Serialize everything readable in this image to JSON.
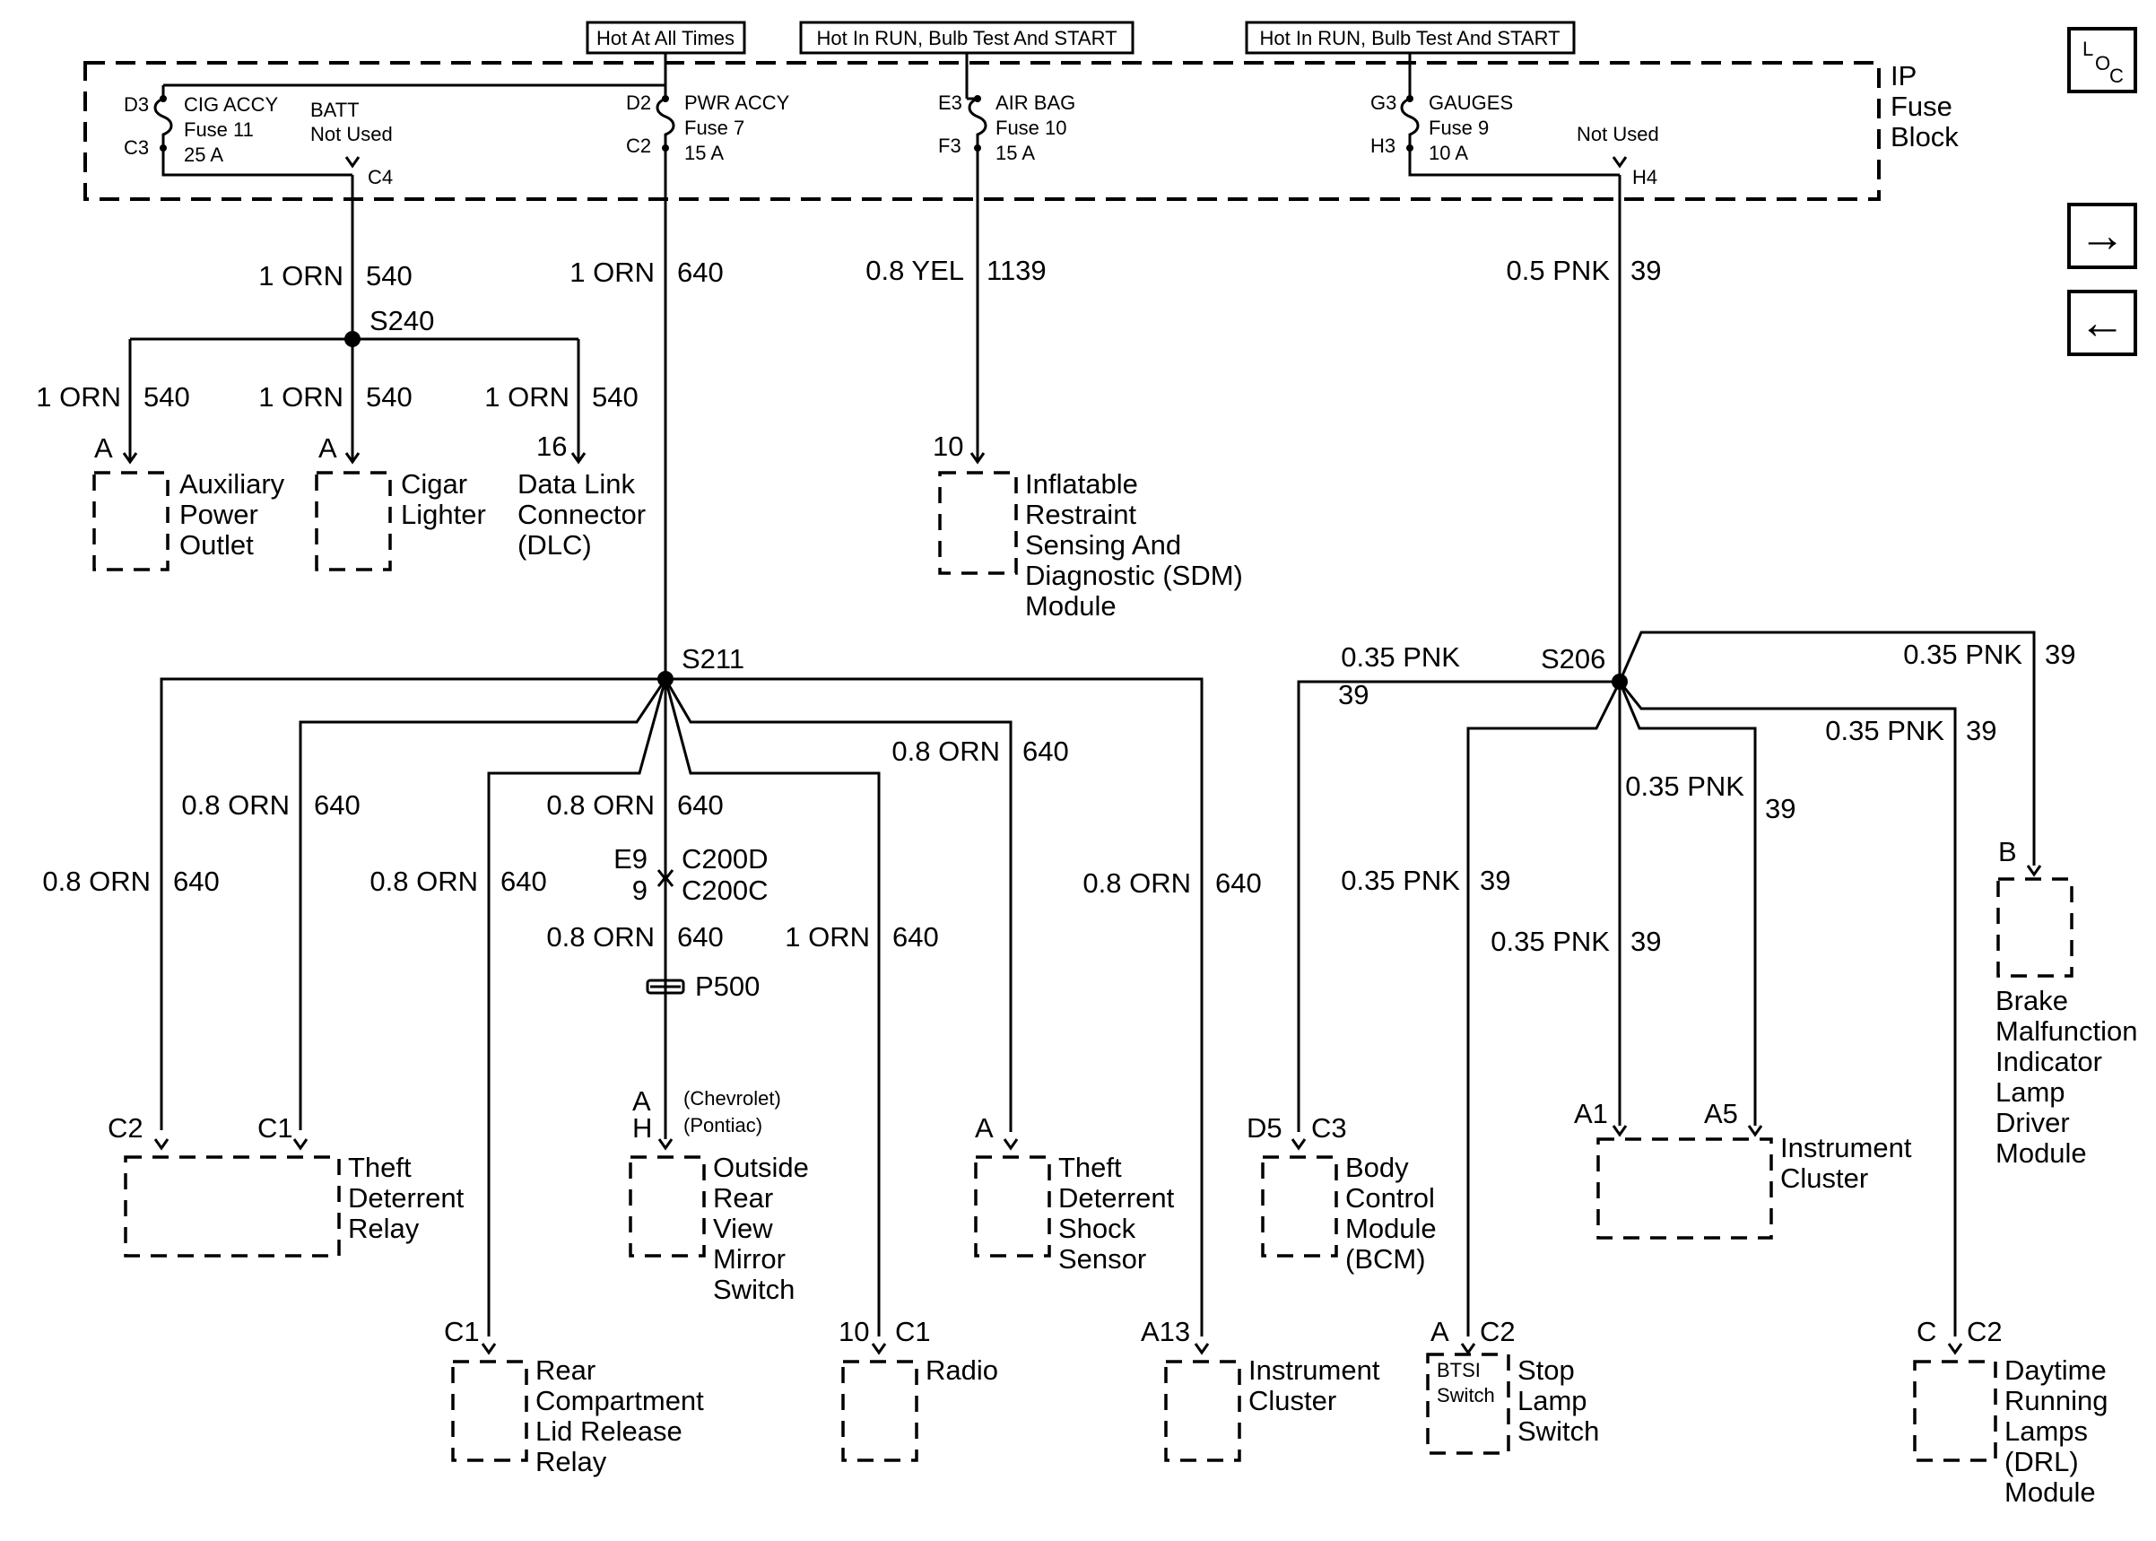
{
  "header_boxes": [
    "Hot At All Times",
    "Hot In RUN, Bulb Test And START",
    "Hot In RUN, Bulb Test And START"
  ],
  "fuse_block": {
    "name_lines": [
      "IP",
      "Fuse",
      "Block"
    ],
    "loc_label": [
      "L",
      "O",
      "C"
    ],
    "fuses": [
      {
        "name": "CIG ACCY",
        "fuse": "Fuse 11",
        "amps": "25 A",
        "pin_top": "D3",
        "pin_bottom": "C3"
      },
      {
        "name": "PWR ACCY",
        "fuse": "Fuse 7",
        "amps": "15 A",
        "pin_top": "D2",
        "pin_bottom": "C2"
      },
      {
        "name": "AIR BAG",
        "fuse": "Fuse 10",
        "amps": "15 A",
        "pin_top": "E3",
        "pin_bottom": "F3"
      },
      {
        "name": "GAUGES",
        "fuse": "Fuse 9",
        "amps": "10 A",
        "pin_top": "G3",
        "pin_bottom": "H3"
      }
    ],
    "batt": {
      "label": "BATT",
      "status": "Not Used",
      "pin": "C4"
    },
    "not_used_right": {
      "status": "Not Used",
      "pin": "H4"
    }
  },
  "nav": {
    "forward": "→",
    "back": "←"
  },
  "splices": [
    "S240",
    "S211",
    "S206"
  ],
  "wire_labels": [
    {
      "size": "1 ORN",
      "circuit": "540"
    },
    {
      "size": "1 ORN",
      "circuit": "640"
    },
    {
      "size": "0.8 YEL",
      "circuit": "1139"
    },
    {
      "size": "0.5 PNK",
      "circuit": "39"
    },
    {
      "size": "1 ORN",
      "circuit": "540"
    },
    {
      "size": "1 ORN",
      "circuit": "540"
    },
    {
      "size": "1 ORN",
      "circuit": "540"
    },
    {
      "size": "0.8 ORN",
      "circuit": "640"
    },
    {
      "size": "0.8 ORN",
      "circuit": "640"
    },
    {
      "size": "0.8 ORN",
      "circuit": "640"
    },
    {
      "size": "0.8 ORN",
      "circuit": "640"
    },
    {
      "size": "0.8 ORN",
      "circuit": "640"
    },
    {
      "size": "0.8 ORN",
      "circuit": "640"
    },
    {
      "size": "1 ORN",
      "circuit": "640"
    },
    {
      "size": "0.8 ORN",
      "circuit": "640"
    },
    {
      "size": "0.35 PNK",
      "circuit": "39"
    },
    {
      "size": "0.35 PNK",
      "circuit": "39"
    },
    {
      "size": "0.35 PNK",
      "circuit": "39"
    },
    {
      "size": "0.35 PNK",
      "circuit": "39"
    },
    {
      "size": "0.35 PNK",
      "circuit": "39"
    },
    {
      "size": "0.35 PNK",
      "circuit": "39"
    }
  ],
  "connector_mid": {
    "pin_a": "E9",
    "conn_a": "C200D",
    "pin_b": "9",
    "conn_b": "C200C"
  },
  "p500": "P500",
  "components": {
    "aux_power": {
      "pin": "A",
      "lines": [
        "Auxiliary",
        "Power",
        "Outlet"
      ]
    },
    "cigar": {
      "pin": "A",
      "lines": [
        "Cigar",
        "Lighter"
      ]
    },
    "dlc": {
      "pin": "16",
      "lines": [
        "Data Link",
        "Connector",
        "(DLC)"
      ]
    },
    "sdm": {
      "pin": "10",
      "lines": [
        "Inflatable",
        "Restraint",
        "Sensing And",
        "Diagnostic (SDM)",
        "Module"
      ]
    },
    "theft_relay": {
      "pins": [
        "C2",
        "C1"
      ],
      "lines": [
        "Theft",
        "Deterrent",
        "Relay"
      ]
    },
    "mirror_switch": {
      "pins": [
        "A",
        "H"
      ],
      "notes": [
        "(Chevrolet)",
        "(Pontiac)"
      ],
      "lines": [
        "Outside",
        "Rear",
        "View",
        "Mirror",
        "Switch"
      ]
    },
    "shock_sensor": {
      "pin": "A",
      "lines": [
        "Theft",
        "Deterrent",
        "Shock",
        "Sensor"
      ]
    },
    "rear_lid": {
      "pin": "C1",
      "lines": [
        "Rear",
        "Compartment",
        "Lid Release",
        "Relay"
      ]
    },
    "radio": {
      "pins": [
        "10",
        "C1"
      ],
      "lines": [
        "Radio"
      ]
    },
    "ic_lower": {
      "pin": "A13",
      "lines": [
        "Instrument",
        "Cluster"
      ]
    },
    "bcm": {
      "pins": [
        "D5",
        "C3"
      ],
      "lines": [
        "Body",
        "Control",
        "Module",
        "(BCM)"
      ]
    },
    "ic_right": {
      "pins": [
        "A1",
        "A5"
      ],
      "lines": [
        "Instrument",
        "Cluster"
      ]
    },
    "stop_lamp": {
      "pins": [
        "A",
        "C2"
      ],
      "inner": [
        "BTSI",
        "Switch"
      ],
      "lines": [
        "Stop",
        "Lamp",
        "Switch"
      ]
    },
    "drl": {
      "pins": [
        "C",
        "C2"
      ],
      "lines": [
        "Daytime",
        "Running",
        "Lamps",
        "(DRL)",
        "Module"
      ]
    },
    "brake_module": {
      "pin": "B",
      "lines": [
        "Brake",
        "Malfunction",
        "Indicator",
        "Lamp",
        "Driver",
        "Module"
      ]
    }
  }
}
